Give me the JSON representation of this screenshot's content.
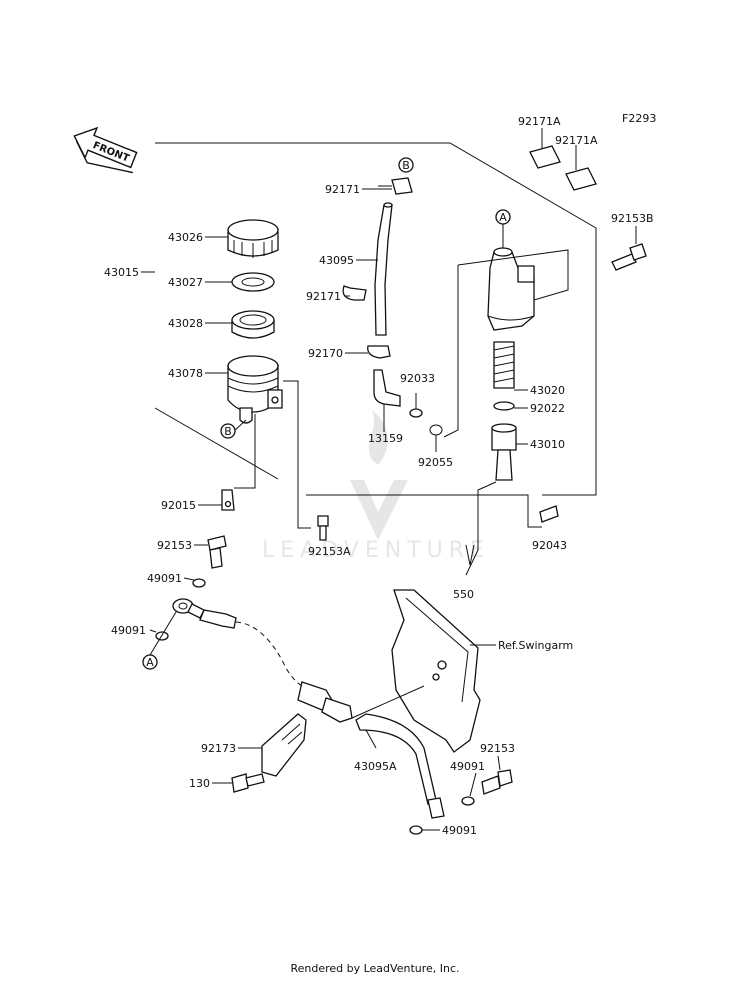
{
  "figure_code": "F2293",
  "front_label": "FRONT",
  "footer": "Rendered by LeadVenture, Inc.",
  "watermark": "LEADVENTURE",
  "ref_note": "Ref.Swingarm",
  "markers": {
    "a": "A",
    "b": "B"
  },
  "parts": {
    "p43026": "43026",
    "p43027": "43027",
    "p43028": "43028",
    "p43078": "43078",
    "p43015": "43015",
    "p92015": "92015",
    "p92153": "92153",
    "p92153A": "92153A",
    "p49091a": "49091",
    "p49091b": "49091",
    "p92171top": "92171",
    "p43095": "43095",
    "p92171mid": "92171",
    "p92170": "92170",
    "p92033": "92033",
    "p13159": "13159",
    "p92055": "92055",
    "p92171A1": "92171A",
    "p92171A2": "92171A",
    "p92153B": "92153B",
    "p43020": "43020",
    "p92022": "92022",
    "p43010": "43010",
    "p92043": "92043",
    "p550": "550",
    "p92173": "92173",
    "p130": "130",
    "p43095A": "43095A",
    "p92153r": "92153",
    "p49091c": "49091",
    "p49091d": "49091"
  }
}
